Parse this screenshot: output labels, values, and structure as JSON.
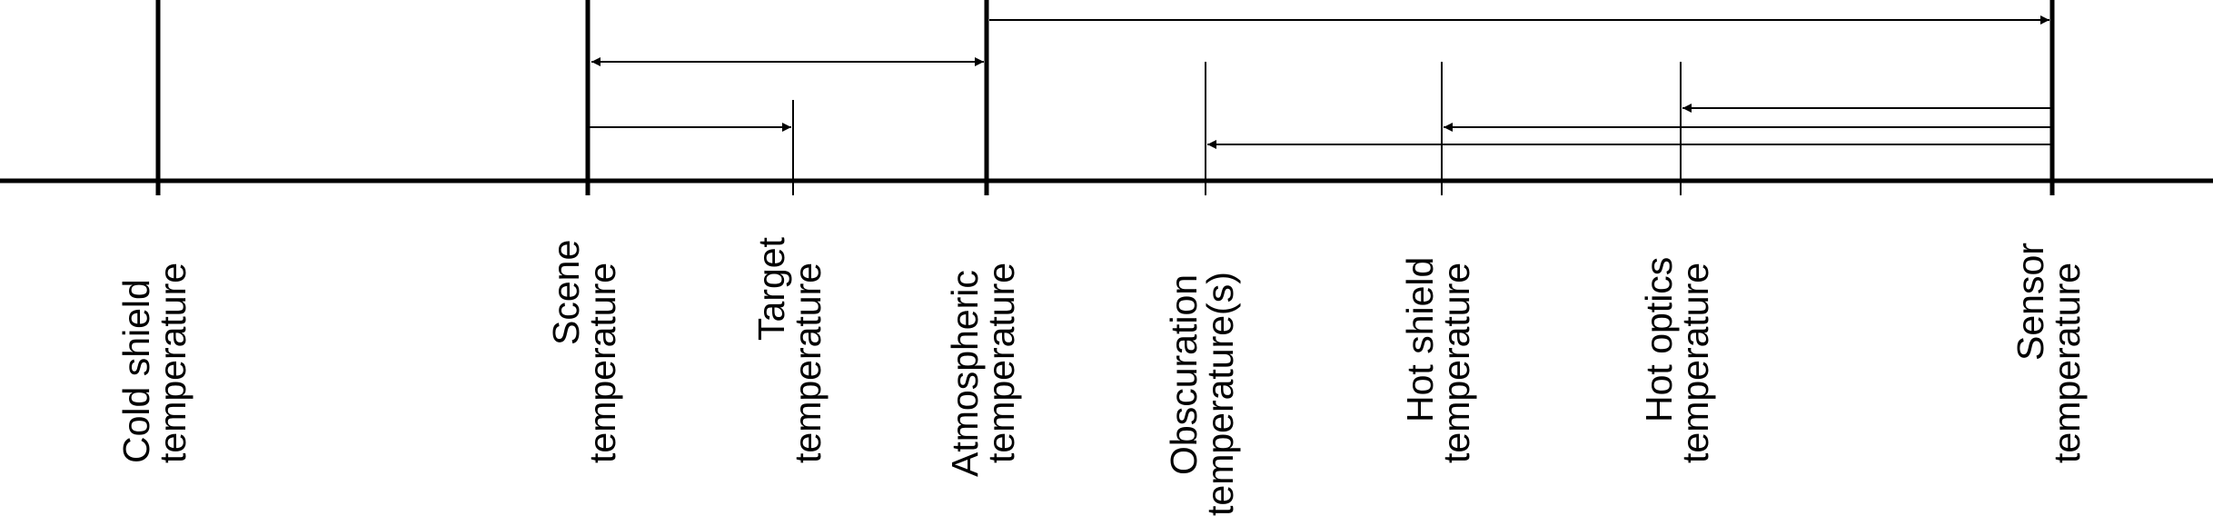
{
  "labels": {
    "cold_shield": [
      "Cold shield",
      "temperature"
    ],
    "scene": [
      "Scene",
      "temperature"
    ],
    "target": [
      "Target",
      "temperature"
    ],
    "atmospheric": [
      "Atmospheric",
      "temperature"
    ],
    "obscuration": [
      "Obscuration",
      "temperature(s)"
    ],
    "hot_shield": [
      "Hot shield",
      "temperature"
    ],
    "hot_optics": [
      "Hot optics",
      "temperature"
    ],
    "sensor": [
      "Sensor",
      "temperature"
    ]
  },
  "colors": {
    "stroke": "#000000",
    "background": "#ffffff"
  }
}
